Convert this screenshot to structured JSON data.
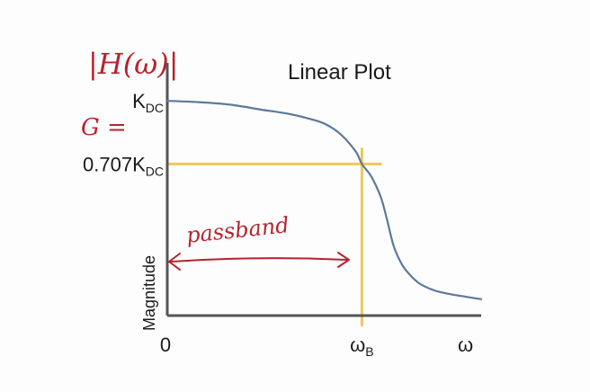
{
  "chart_data": {
    "type": "line",
    "title": "Linear Plot",
    "ylabel": "Magnitude",
    "xlabel": "",
    "x_ticks": [
      {
        "label": "0",
        "x": 0
      },
      {
        "label": "ω",
        "sub": "B",
        "x": 0.62
      },
      {
        "label": "ω",
        "sub": "",
        "x": 0.95
      }
    ],
    "y_ticks": [
      {
        "label": "K",
        "sub": "DC",
        "y": 0.85
      },
      {
        "label": "0.707K",
        "sub": "DC",
        "y": 0.6
      }
    ],
    "xlim": [
      0,
      1
    ],
    "ylim": [
      0,
      1
    ],
    "series": [
      {
        "color": "#5b7a99",
        "x": [
          0,
          0.1,
          0.2,
          0.3,
          0.38,
          0.45,
          0.5,
          0.55,
          0.6,
          0.62,
          0.65,
          0.68,
          0.7,
          0.72,
          0.74,
          0.76,
          0.8,
          0.85,
          0.9,
          0.95,
          1.0
        ],
        "y": [
          0.85,
          0.845,
          0.835,
          0.815,
          0.8,
          0.78,
          0.76,
          0.72,
          0.65,
          0.6,
          0.55,
          0.47,
          0.38,
          0.28,
          0.22,
          0.18,
          0.13,
          0.1,
          0.085,
          0.075,
          0.065
        ]
      }
    ],
    "cutoff_x": 0.62,
    "cutoff_y": 0.6,
    "guide_color": "#efc75a",
    "axis_color": "#555555"
  },
  "annotations": {
    "magnitude_label": "|H(ω)|",
    "gain_label": "G =",
    "passband_label": "passband",
    "ink_color": "#b4242f"
  }
}
